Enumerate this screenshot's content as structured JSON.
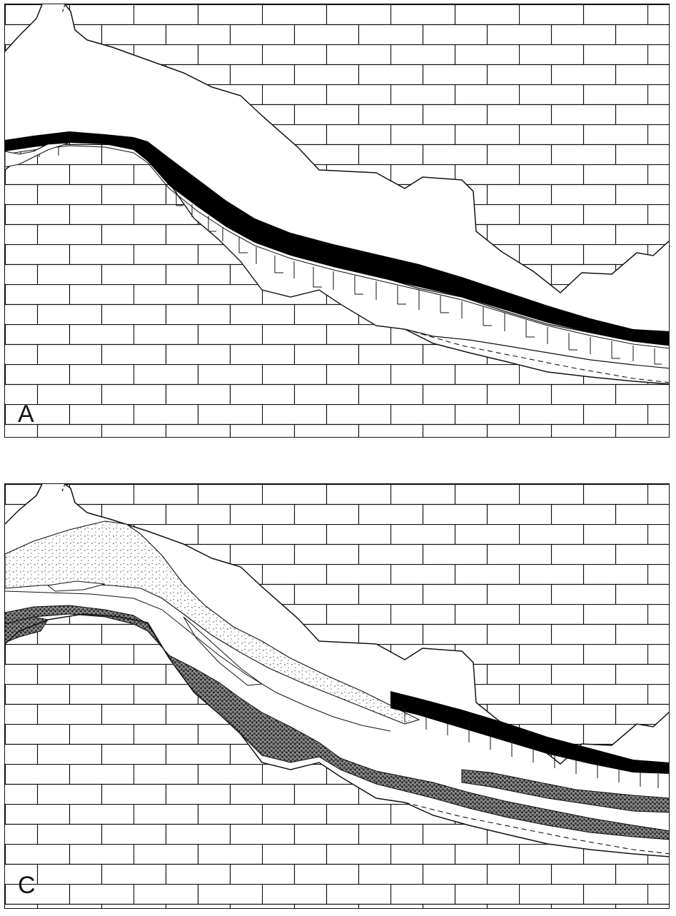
{
  "figure": {
    "panels": [
      {
        "label": "A"
      },
      {
        "label": "C"
      }
    ]
  },
  "colors": {
    "ink": "#111111",
    "background": "#ffffff",
    "flowstone": "#000000",
    "sediment_fill": "#f4f4f4"
  },
  "icons": {
    "limestone": "brick-pattern",
    "flowstone": "black-band",
    "sediment": "stipple-pattern"
  }
}
